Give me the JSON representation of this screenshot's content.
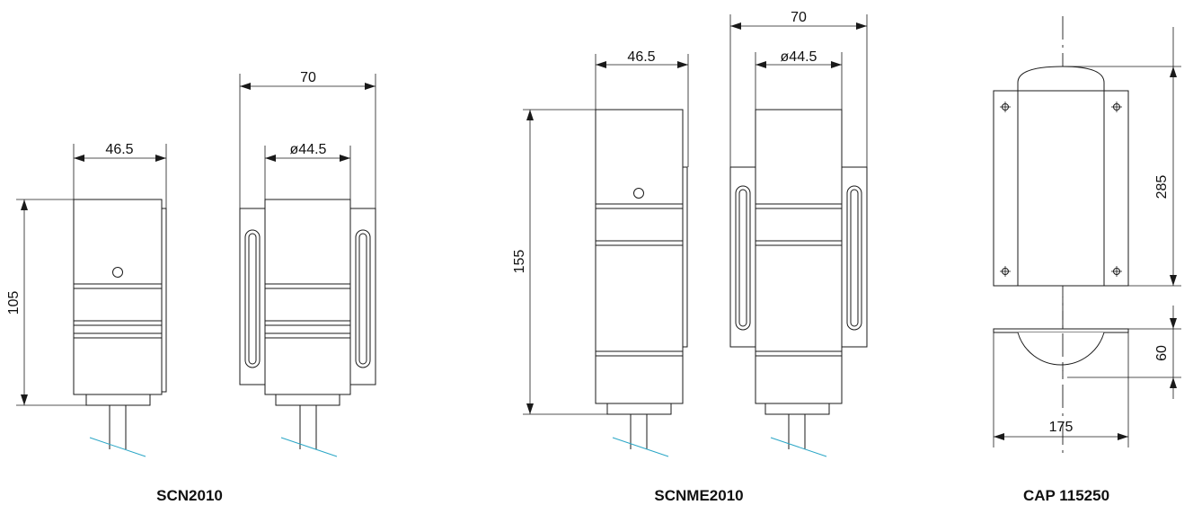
{
  "products": [
    {
      "caption": "SCN2010",
      "width_label": "46.5",
      "height_label": "105",
      "outer_width_label": "70",
      "diameter_label": "ø44.5"
    },
    {
      "caption": "SCNME2010",
      "width_label": "46.5",
      "height_label": "155",
      "outer_width_label": "70",
      "diameter_label": "ø44.5"
    },
    {
      "caption": "CAP 115250",
      "height_label": "285",
      "depth_label": "60",
      "width_label": "175"
    }
  ],
  "colors": {
    "line": "#1a1a1a",
    "cable": "#2aa6c6",
    "text": "#111111"
  }
}
